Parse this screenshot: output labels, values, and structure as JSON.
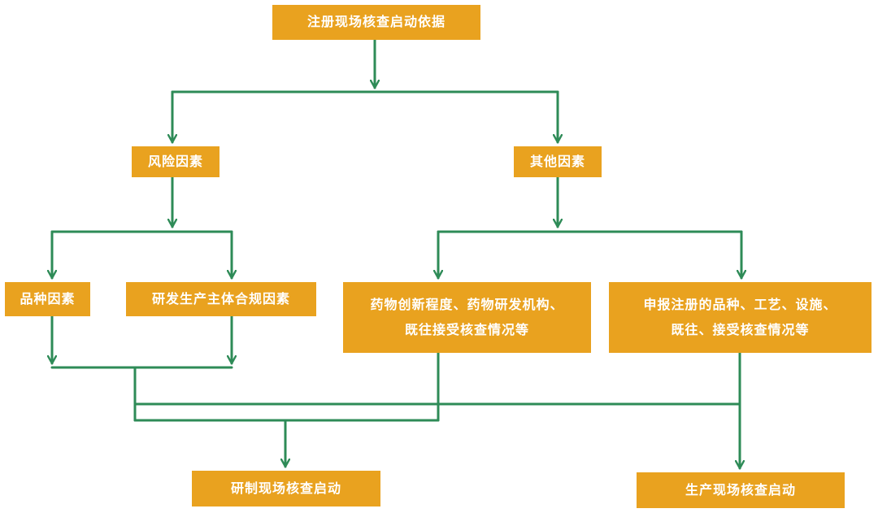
{
  "flowchart": {
    "line_color": "#2e8b57",
    "box_color": "#e9a21f",
    "text_color": "#ffffff",
    "nodes": {
      "basis": "注册现场核查启动依据",
      "risk_factors": "风险因素",
      "other_factors": "其他因素",
      "variety_factors": "品种因素",
      "entity_compliance": "研发生产主体合规因素",
      "drug_innovation": {
        "line1": "药物创新程度、药物研发机构、",
        "line2": "既往接受核查情况等"
      },
      "application_info": {
        "line1": "申报注册的品种、工艺、设施、",
        "line2": "既往、接受核查情况等"
      },
      "rd_inspection": "研制现场核查启动",
      "production_inspection": "生产现场核查启动"
    }
  }
}
